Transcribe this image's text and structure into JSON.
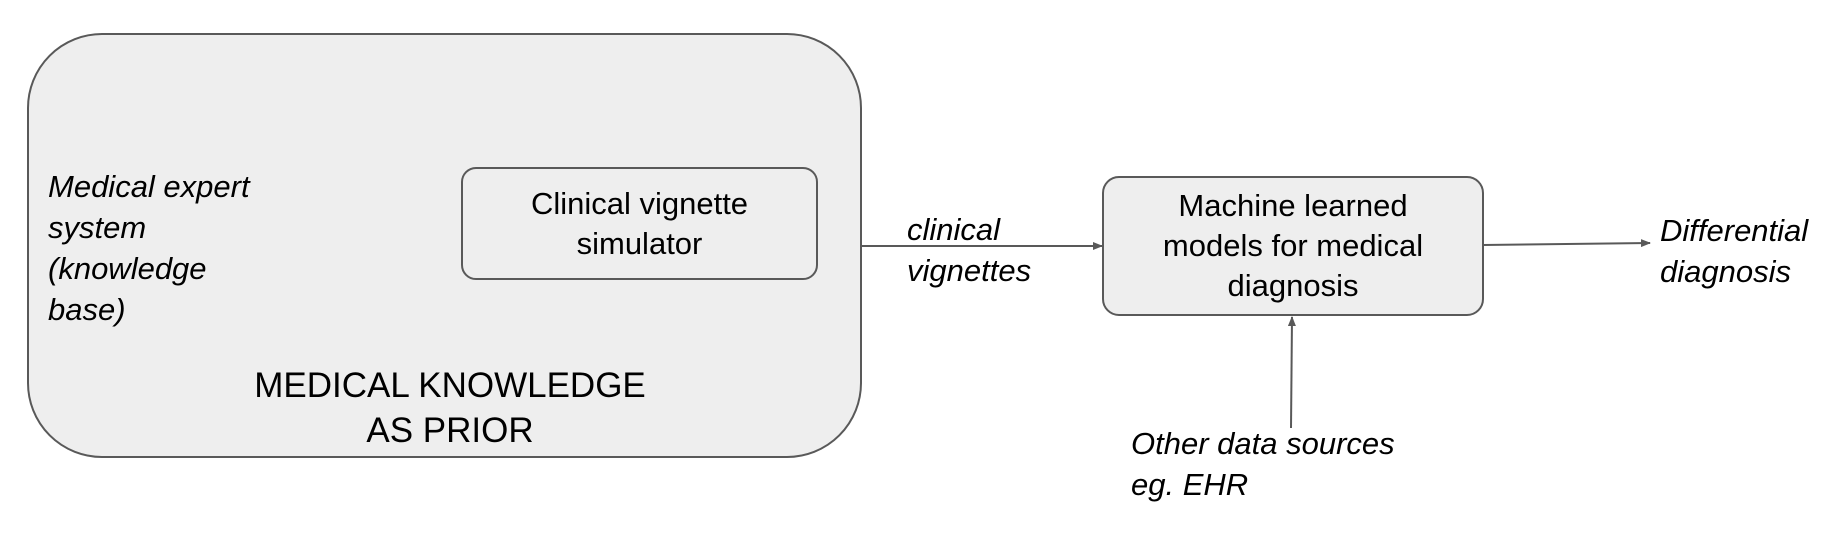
{
  "colors": {
    "box_fill": "#eeeeee",
    "stroke": "#595959",
    "text": "#000000"
  },
  "group": {
    "title": "MEDICAL KNOWLEDGE\nAS PRIOR"
  },
  "nodes": {
    "expert_system": "Medical expert\nsystem\n(knowledge\nbase)",
    "simulator": "Clinical vignette\nsimulator",
    "vignettes": "clinical\nvignettes",
    "ml_models": "Machine learned\nmodels for medical\ndiagnosis",
    "other_sources": "Other data sources\neg. EHR",
    "differential": "Differential\ndiagnosis"
  }
}
